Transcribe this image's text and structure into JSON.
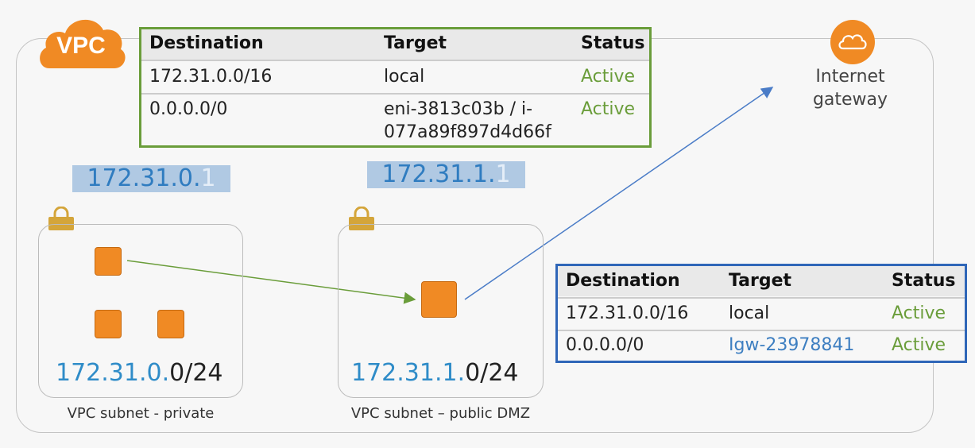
{
  "vpc": {
    "badge_label": "VPC",
    "badge_color": "#f08a24"
  },
  "route_table_private": {
    "border_color": "#6a9d3a",
    "headers": [
      "Destination",
      "Target",
      "Status"
    ],
    "rows": [
      {
        "destination": "172.31.0.0/16",
        "target": "local",
        "status": "Active"
      },
      {
        "destination": "0.0.0.0/0",
        "target_line1": "eni-3813c03b / i-",
        "target_line2": "077a89f897d4d66f",
        "status": "Active"
      }
    ]
  },
  "route_table_public": {
    "border_color": "#2f66b8",
    "headers": [
      "Destination",
      "Target",
      "Status"
    ],
    "rows": [
      {
        "destination": "172.31.0.0/16",
        "target": "local",
        "status": "Active"
      },
      {
        "destination": "0.0.0.0/0",
        "target": "Igw-23978841",
        "status": "Active"
      }
    ]
  },
  "subnet_private": {
    "router_ip_prefix": "172.31.0.",
    "router_ip_suffix": "1",
    "cidr_prefix": "172.31.0.",
    "cidr_suffix": "0/24",
    "caption": "VPC subnet - private"
  },
  "subnet_public": {
    "router_ip_prefix": "172.31.1.",
    "router_ip_suffix": "1",
    "cidr_prefix": "172.31.1.",
    "cidr_suffix": "0/24",
    "caption": "VPC subnet – public DMZ"
  },
  "internet_gateway": {
    "label_line1": "Internet",
    "label_line2": "gateway",
    "icon": "cloud-icon"
  },
  "colors": {
    "instance": "#f08a24",
    "lock": "#d4a53a",
    "arrow_private": "#6a9d3a",
    "arrow_public": "#4a7cc7"
  }
}
